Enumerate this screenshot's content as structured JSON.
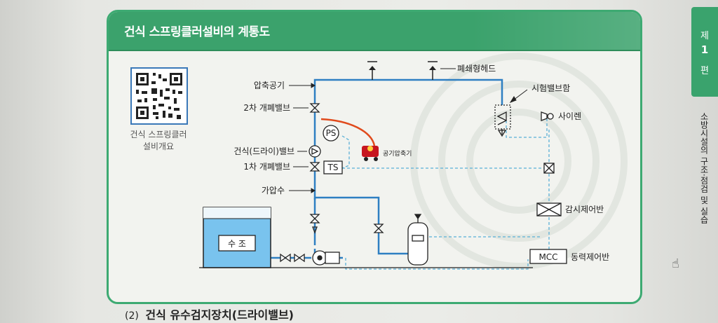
{
  "panel": {
    "title": "건식 스프링클러설비의 계통도"
  },
  "qr": {
    "caption_line1": "건식 스프링클러",
    "caption_line2": "설비개요"
  },
  "labels": {
    "compressed_air": "압축공기",
    "secondary_valve": "2차 개폐밸브",
    "dry_valve": "건식(드라이)밸브",
    "primary_valve": "1차 개폐밸브",
    "pressurized_water": "가압수",
    "closed_head": "폐쇄형헤드",
    "test_valve_box": "시험밸브함",
    "siren": "사이렌",
    "air_compressor": "공기압축기",
    "monitoring_panel": "감시제어반",
    "power_panel": "동력제어반",
    "mcc": "MCC",
    "ps": "PS",
    "ts": "TS",
    "water_tank": "수 조"
  },
  "side_tab": {
    "part_top": "제",
    "part_num": "1",
    "part_bottom": "편"
  },
  "side_vertical_text": "소방시설의 구조·점검 및 실습",
  "bottom_heading": {
    "number": "(2)",
    "text": "건식 유수검지장치(드라이밸브)"
  },
  "colors": {
    "green": "#3ba26c",
    "blue_pipe": "#2e7fc2",
    "dashed_line": "#5ab0d6",
    "red_hose": "#e04a1c",
    "tank_water": "#79c3ee"
  }
}
